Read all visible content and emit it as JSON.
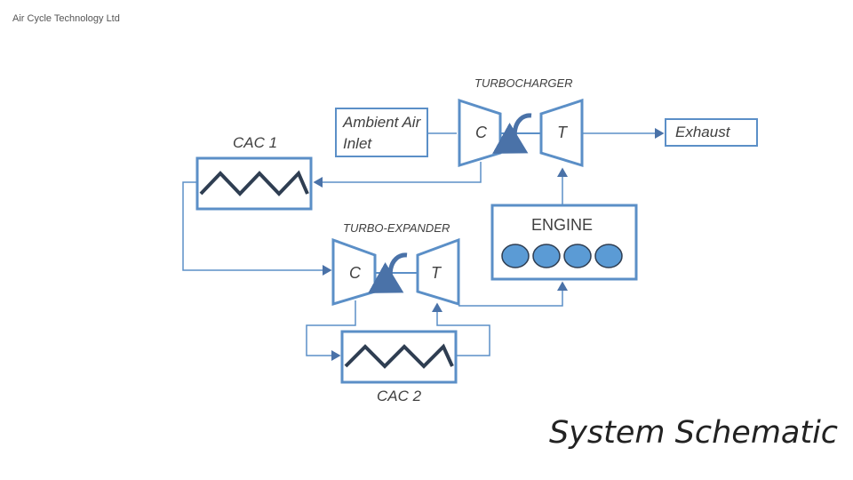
{
  "header": {
    "company": "Air Cycle Technology Ltd"
  },
  "diagram": {
    "turbocharger_label": "TURBOCHARGER",
    "turbo_expander_label": "TURBO-EXPANDER",
    "cac1_label": "CAC 1",
    "cac2_label": "CAC 2",
    "engine_label": "ENGINE",
    "ambient_label": "Ambient Air Inlet",
    "exhaust_label": "Exhaust",
    "tc_compressor_letter": "C",
    "tc_turbine_letter": "T",
    "te_compressor_letter": "C",
    "te_turbine_letter": "T",
    "engine_cylinders": 4
  },
  "footer": {
    "title": "System Schematic"
  },
  "colors": {
    "line": "#5b8fc7",
    "fill": "#5b9bd5",
    "accent": "#4a72a8"
  }
}
